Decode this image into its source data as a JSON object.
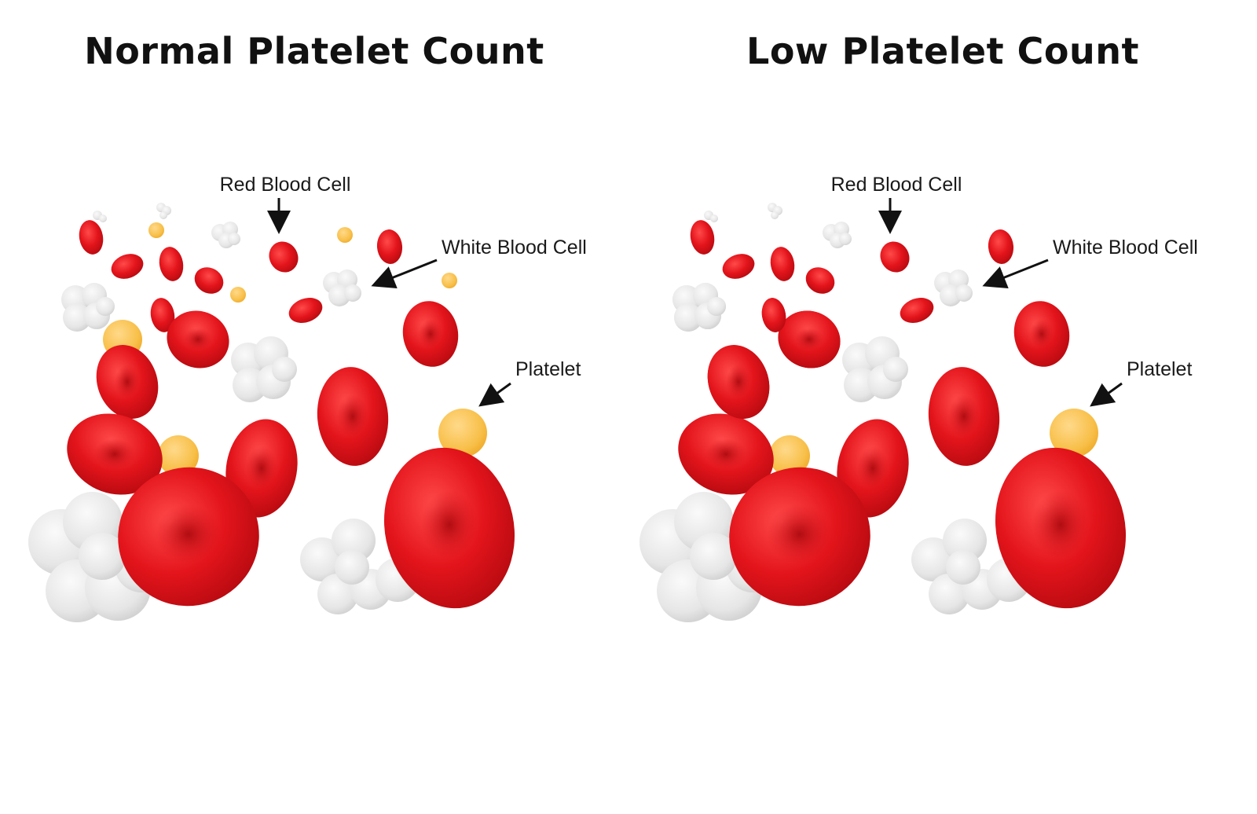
{
  "panels": [
    {
      "title": "Normal Platelet Count",
      "labels": {
        "rbc": "Red Blood Cell",
        "wbc": "White Blood Cell",
        "platelet": "Platelet"
      }
    },
    {
      "title": "Low Platelet Count",
      "labels": {
        "rbc": "Red Blood Cell",
        "wbc": "White Blood Cell",
        "platelet": "Platelet"
      }
    }
  ],
  "colors": {
    "background": "#ffffff",
    "red_blood_cell": "#e3141b",
    "white_blood_cell": "#e6e6e6",
    "platelet": "#f8c04a",
    "text": "#111111"
  }
}
